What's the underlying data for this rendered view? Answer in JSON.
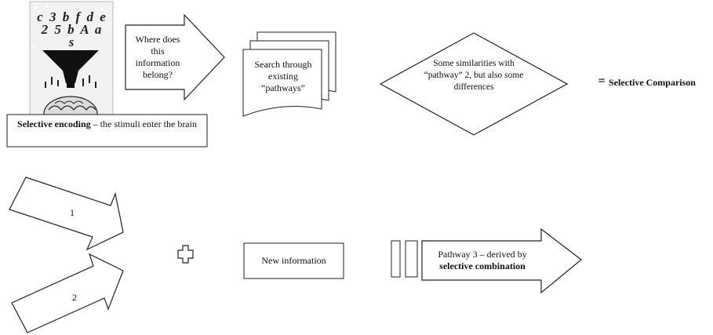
{
  "top_row": {
    "funnel_letters": "c 3 b f d e 2 5 b A a s",
    "encoding_box": {
      "bold": "Selective encoding",
      "dash": " – ",
      "rest": "the stimuli enter the brain"
    },
    "question_arrow": "Where does this information belong?",
    "search_doc": "Search through existing “pathways”",
    "diamond": "Some similarities with “pathway” 2, but also some differences",
    "equals_sign": "=",
    "result_label": "Selective Comparison"
  },
  "bottom_row": {
    "arrow_1_label": "1",
    "arrow_2_label": "2",
    "new_info_box": "New information",
    "pathway_arrow": {
      "plain": "Pathway 3 – derived by",
      "bold": "selective combination"
    }
  },
  "colors": {
    "stroke": "#222222",
    "background": "#ffffff",
    "text": "#111111"
  }
}
